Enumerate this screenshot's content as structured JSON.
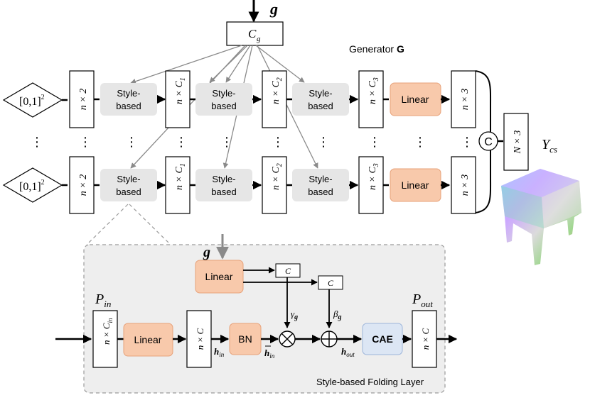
{
  "top": {
    "input_symbol": "g",
    "cg_label": "C",
    "cg_sub": "g",
    "generator_label": "Generator ",
    "generator_bold": "G"
  },
  "rows": {
    "input_label": "[0,1]",
    "input_sup": "2",
    "dims": {
      "n2": "n × 2",
      "nc1": "n × C",
      "nc1_sub": "1",
      "nc2": "n × C",
      "nc2_sub": "2",
      "nc3": "n × C",
      "nc3_sub": "3",
      "n3": "n × 3"
    },
    "style_line1": "Style-",
    "style_line2": "based",
    "linear_label": "Linear",
    "dots": "⋮"
  },
  "concat": {
    "label": "C",
    "output_dim": "N × 3",
    "output_symbol": "Y",
    "output_sub": "cs"
  },
  "detail": {
    "g_symbol": "g",
    "linear_top": "Linear",
    "c_label": "C",
    "p_in": "P",
    "p_in_sub": "in",
    "p_out": "P",
    "p_out_sub": "out",
    "dim_in": "n × C",
    "dim_in_sub": "in",
    "linear_main": "Linear",
    "dim_mid": "n × C",
    "bn": "BN",
    "h_in": "h",
    "h_in_sub": "in",
    "h_bar_in": "h",
    "h_bar_sub": "in",
    "gamma": "γ",
    "gamma_sub": "g",
    "beta": "β",
    "beta_sub": "g",
    "h_out": "h",
    "h_out_sub": "out",
    "cae": "CAE",
    "dim_out": "n × C",
    "caption": "Style-based Folding Layer"
  },
  "colors": {
    "linear_fill": "#f8c9ab",
    "linear_stroke": "#e7a27a",
    "style_fill": "#e6e6e6",
    "cae_fill": "#dce6f4",
    "cae_stroke": "#9db5da",
    "detail_bg": "#eeeeee",
    "grey_arrow": "#8a8a8a"
  }
}
